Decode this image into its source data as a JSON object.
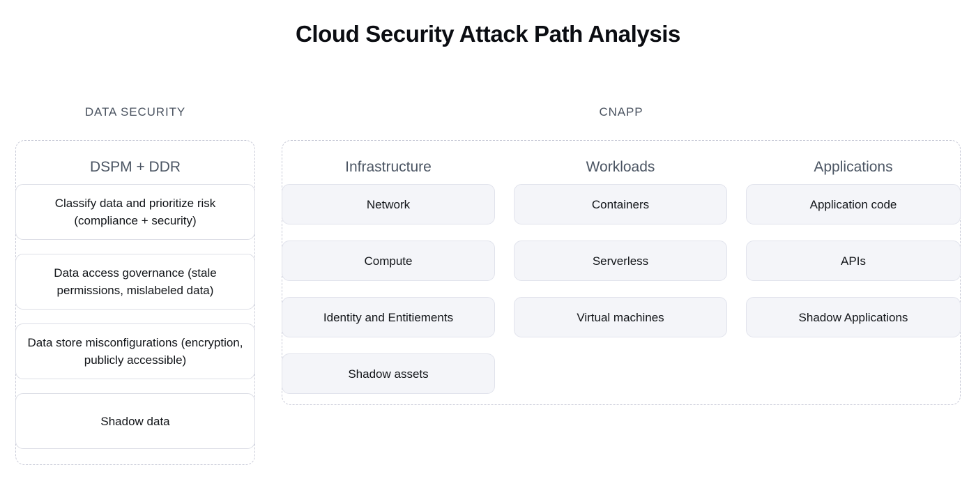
{
  "title": "Cloud Security Attack Path Analysis",
  "groups": [
    {
      "id": "data-security",
      "header": "DATA SECURITY",
      "columns": [
        {
          "id": "dspm-ddr",
          "label": "DSPM + DDR",
          "cards": [
            "Classify data and prioritize risk (compliance + security)",
            "Data access governance (stale permissions, mislabeled data)",
            "Data store misconfigurations (encryption, publicly accessible)",
            "Shadow data"
          ]
        }
      ]
    },
    {
      "id": "cnapp",
      "header": "CNAPP",
      "columns": [
        {
          "id": "infrastructure",
          "label": "Infrastructure",
          "cards": [
            "Network",
            "Compute",
            "Identity and Entitiements",
            "Shadow assets"
          ]
        },
        {
          "id": "workloads",
          "label": "Workloads",
          "cards": [
            "Containers",
            "Serverless",
            "Virtual machines"
          ]
        },
        {
          "id": "applications",
          "label": "Applications",
          "cards": [
            "Application code",
            "APIs",
            "Shadow Applications"
          ]
        }
      ]
    }
  ],
  "colors": {
    "background": "#ffffff",
    "title_text": "#0b0d12",
    "header_text": "#4a5360",
    "column_label_text": "#4b5563",
    "card_text": "#111418",
    "dashed_border": "#c9cbd8",
    "left_card_bg": "#ffffff",
    "left_card_border": "#dcdee6",
    "cnapp_card_bg": "#f4f5f9",
    "cnapp_card_border": "#e1e3ec"
  }
}
